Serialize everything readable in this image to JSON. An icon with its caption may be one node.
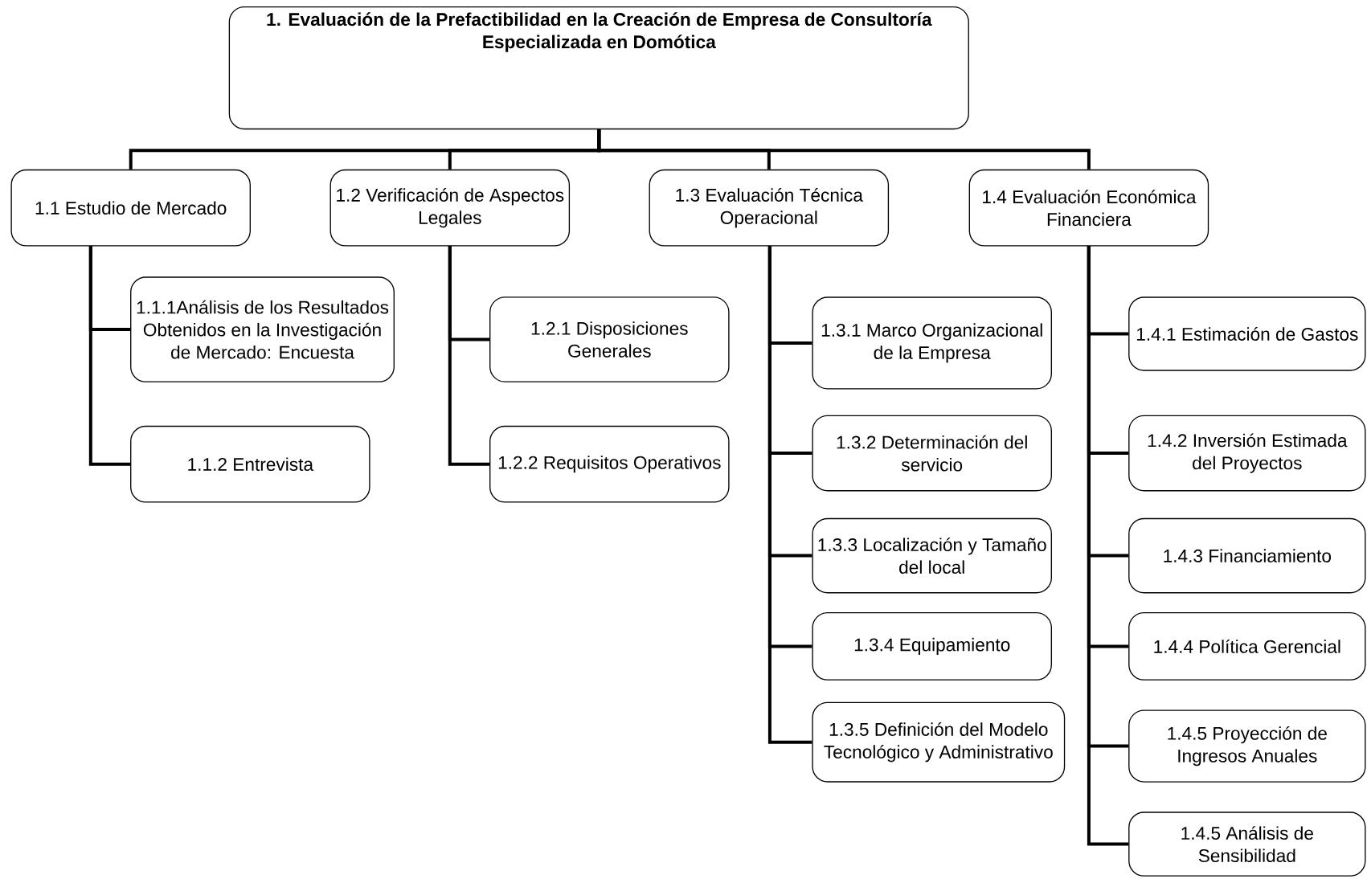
{
  "diagram": {
    "nodes": [
      {
        "text": [
          "1. Evaluación de la Prefactibilidad en la Creación de Empresa de Consultoría  Especializada en Domótica"
        ]
      },
      {
        "text": [
          "1.1  Estudio de Mercado"
        ]
      },
      {
        "text": [
          "1.2 Verificación de Aspectos Legales"
        ]
      },
      {
        "text": [
          "1.3 Evaluación Técnica Operacional"
        ]
      },
      {
        "text": [
          "1.4 Evaluación Económica Financiera"
        ]
      },
      {
        "text": [
          "1.1.1Análisis de los Resultados Obtenidos en la Investigación de Mercado: Encuesta"
        ]
      },
      {
        "text": [
          "1.1.2 Entrevista"
        ]
      },
      {
        "text": [
          "1.2.1 Disposiciones Generales"
        ]
      },
      {
        "text": [
          "1.2.2 Requisitos Operativos"
        ]
      },
      {
        "text": [
          "1.3.1 Marco Organizacional de la Empresa"
        ]
      },
      {
        "text": [
          "1.3.2 Determinación del servicio"
        ]
      },
      {
        "text": [
          "1.3.3 Localización y Tamaño del local"
        ]
      },
      {
        "text": [
          "1.3.4 Equipamiento"
        ]
      },
      {
        "text": [
          "1.3.5 Definición del Modelo Tecnológico y Administrativo"
        ]
      },
      {
        "text": [
          "1.4.1 Estimación de Gastos"
        ]
      },
      {
        "text": [
          "1.4.2 Inversión Estimada del Proyectos"
        ]
      },
      {
        "text": [
          "1.4.3 Financiamiento"
        ]
      },
      {
        "text": [
          "1.4.4 Política Gerencial"
        ]
      },
      {
        "text": [
          "1.4.5 Proyección de Ingresos Anuales"
        ]
      },
      {
        "text": [
          "1.4.5 Análisis de Sensibilidad"
        ]
      }
    ],
    "edges": [
      {
        "from": 0,
        "to": 1,
        "arrow": "none"
      },
      {
        "from": 0,
        "to": 2,
        "arrow": "none"
      },
      {
        "from": 0,
        "to": 3,
        "arrow": "none"
      },
      {
        "from": 0,
        "to": 4,
        "arrow": "none"
      },
      {
        "from": 1,
        "to": 5,
        "arrow": "none"
      },
      {
        "from": 1,
        "to": 6,
        "arrow": "none"
      },
      {
        "from": 2,
        "to": 7,
        "arrow": "none"
      },
      {
        "from": 2,
        "to": 8,
        "arrow": "none"
      },
      {
        "from": 3,
        "to": 9,
        "arrow": "none"
      },
      {
        "from": 3,
        "to": 10,
        "arrow": "none"
      },
      {
        "from": 3,
        "to": 11,
        "arrow": "none"
      },
      {
        "from": 3,
        "to": 12,
        "arrow": "none"
      },
      {
        "from": 3,
        "to": 13,
        "arrow": "none"
      },
      {
        "from": 4,
        "to": 14,
        "arrow": "none"
      },
      {
        "from": 4,
        "to": 15,
        "arrow": "none"
      },
      {
        "from": 4,
        "to": 16,
        "arrow": "none"
      },
      {
        "from": 4,
        "to": 17,
        "arrow": "none"
      },
      {
        "from": 4,
        "to": 18,
        "arrow": "none"
      },
      {
        "from": 4,
        "to": 19,
        "arrow": "none"
      }
    ]
  }
}
